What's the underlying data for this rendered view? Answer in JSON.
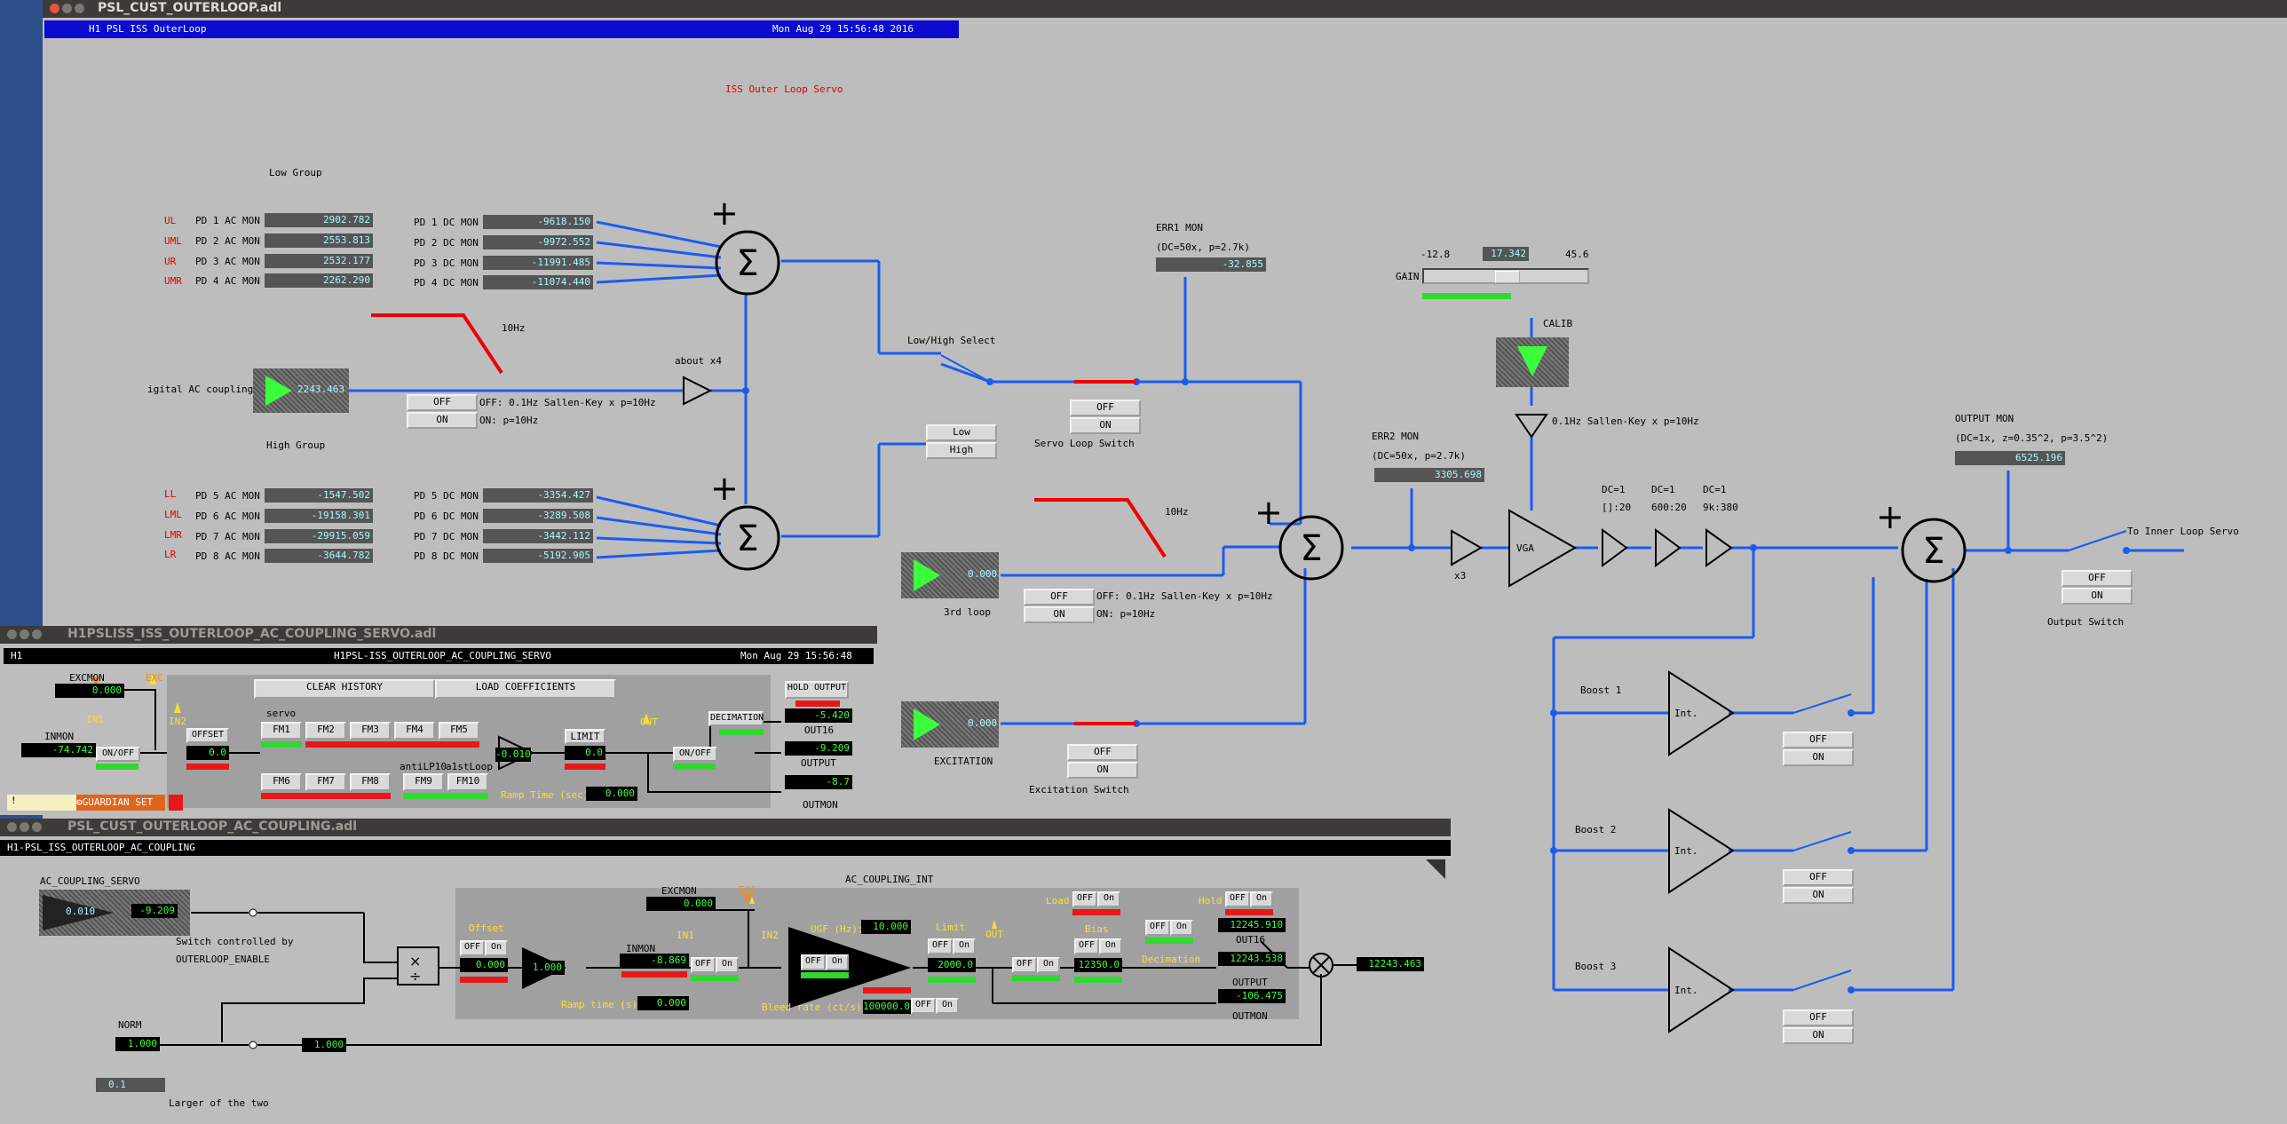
{
  "main_window": {
    "title": "PSL_CUST_OUTERLOOP.adl",
    "header_left": "H1 PSL ISS OuterLoop",
    "header_time": "Mon Aug 29 15:56:48 2016",
    "heading": "ISS Outer Loop Servo",
    "low_group": "Low Group",
    "high_group": "High Group",
    "pd_labels": [
      "UL",
      "UML",
      "UR",
      "UMR",
      "LL",
      "LML",
      "LMR",
      "LR"
    ],
    "ac_names": [
      "PD 1 AC MON",
      "PD 2 AC MON",
      "PD 3 AC MON",
      "PD 4 AC MON",
      "PD 5 AC MON",
      "PD 6 AC MON",
      "PD 7 AC MON",
      "PD 8 AC MON"
    ],
    "ac_values": [
      "2902.782",
      "2553.813",
      "2532.177",
      "2262.290",
      "-1547.502",
      "-19158.301",
      "-29915.059",
      "-3644.782"
    ],
    "dc_names": [
      "PD 1 DC MON",
      "PD 2 DC MON",
      "PD 3 DC MON",
      "PD 4 DC MON",
      "PD 5 DC MON",
      "PD 6 DC MON",
      "PD 7 DC MON",
      "PD 8 DC MON"
    ],
    "dc_values": [
      "-9618.150",
      "-9972.552",
      "-11991.485",
      "-11074.440",
      "-3354.427",
      "-3289.508",
      "-3442.112",
      "-5192.905"
    ],
    "digital_ac_coupling": "igital AC coupling",
    "digital_ac_value": "2243.463",
    "ten_hz": "10Hz",
    "about_x4": "about x4",
    "filter_off": "OFF",
    "filter_on": "ON",
    "filter_off_desc": "OFF: 0.1Hz Sallen-Key x p=10Hz",
    "filter_on_desc": "ON: p=10Hz",
    "low_high_select": "Low/High Select",
    "low_btn": "Low",
    "high_btn": "High",
    "servo_loop_switch": "Servo Loop Switch",
    "err1_title": "ERR1 MON",
    "err1_desc": "(DC=50x, p=2.7k)",
    "err1_value": "-32.855",
    "err2_title": "ERR2 MON",
    "err2_desc": "(DC=50x, p=2.7k)",
    "err2_value": "3305.698",
    "third_loop": "3rd loop",
    "third_loop_value": "0.000",
    "excitation": "EXCITATION",
    "excitation_value": "0.000",
    "excitation_switch": "Excitation Switch",
    "gain_min": "-12.8",
    "gain_value": "17.342",
    "gain_max": "45.6",
    "gain_label": "GAIN",
    "calib": "CALIB",
    "sallen_key": "0.1Hz Sallen-Key x p=10Hz",
    "x3": "x3",
    "vga": "VGA",
    "dc1": [
      "DC=1",
      "DC=1",
      "DC=1"
    ],
    "dc2": [
      "[]:20",
      "600:20",
      "9k:380"
    ],
    "output_mon": "OUTPUT MON",
    "output_desc": "(DC=1x, z=0.35^2, p=3.5^2)",
    "output_value": "6525.196",
    "to_inner": "To Inner Loop Servo",
    "output_switch": "Output Switch",
    "boosts": [
      "Boost 1",
      "Boost 2",
      "Boost 3"
    ],
    "int_label": "Int.",
    "plus": "+",
    "sigma": "Σ"
  },
  "servo_window": {
    "title": "H1PSLISS_ISS_OUTERLOOP_AC_COUPLING_SERVO.adl",
    "header_left": "H1",
    "header_center": "H1PSL-ISS_OUTERLOOP_AC_COUPLING_SERVO",
    "header_time": "Mon Aug 29 15:56:48",
    "excmon": "EXCMON",
    "excmon_value": "0.000",
    "exc": "EXC",
    "in1": "IN1",
    "in2": "IN2",
    "inmon": "INMON",
    "inmon_value": "-74.742",
    "onoff": "ON/OFF",
    "offset": "OFFSET",
    "offset_value": "0.0",
    "clear_history": "CLEAR HISTORY",
    "load_coeff": "LOAD COEFFICIENTS",
    "servo": "servo",
    "fm_row1": [
      "FM1",
      "FM2",
      "FM3",
      "FM4",
      "FM5"
    ],
    "fm_row2": [
      "FM6",
      "FM7",
      "FM8",
      "FM9",
      "FM10"
    ],
    "antilp10": "antiLP10",
    "a1stloop": "a1stLoop",
    "gain_value": "-0.010",
    "limit": "LIMIT",
    "limit_value": "0.0",
    "out": "OUT",
    "decimation": "DECIMATION",
    "hold_output": "HOLD OUTPUT",
    "out16_value": "-5.420",
    "out16": "OUT16",
    "output_value": "-9.209",
    "output": "OUTPUT",
    "outmon_value": "-8.7",
    "outmon": "OUTMON",
    "ramp_time": "Ramp Time (sec):",
    "ramp_value": "0.000",
    "guardian": "GUARDIAN SET",
    "bang": "!"
  },
  "coupling_window": {
    "title": "PSL_CUST_OUTERLOOP_AC_COUPLING.adl",
    "header": "H1-PSL_ISS_OUTERLOOP_AC_COUPLING",
    "servo_label": "AC_COUPLING_SERVO",
    "servo_in": "0.010",
    "servo_out": "-9.209",
    "switch_note1": "Switch controlled by",
    "switch_note2": "OUTERLOOP_ENABLE",
    "offset": "Offset",
    "off": "OFF",
    "on": "On",
    "offset_value": "0.000",
    "gain_value": "1.000",
    "excmon": "EXCMON",
    "excmon_value": "0.000",
    "exc": "EXC",
    "in1": "IN1",
    "in2": "IN2",
    "inmon": "INMON",
    "inmon_value": "-8.869",
    "ramp_time": "Ramp time (s):",
    "ramp_value": "0.000",
    "int_title": "AC_COUPLING_INT",
    "ugf": "UGF (Hz):",
    "ugf_value": "10.000",
    "bleed": "Bleed rate (ct/s):",
    "bleed_value": "100000.0",
    "limit": "Limit",
    "limit_value": "2000.0",
    "out": "OUT",
    "load": "Load",
    "bias": "Bias",
    "bias_value": "12350.0",
    "decimation": "Decimation",
    "hold": "Hold",
    "out16": "OUT16",
    "out16_value": "12245.910",
    "output": "OUTPUT",
    "output_value": "12243.538",
    "outmon": "OUTMON",
    "outmon_value": "-106.475",
    "final_value": "12243.463",
    "norm": "NORM",
    "norm_value": "1.000",
    "norm_out": "1.000",
    "larger": "Larger of the two",
    "larger_value": "0.1"
  }
}
